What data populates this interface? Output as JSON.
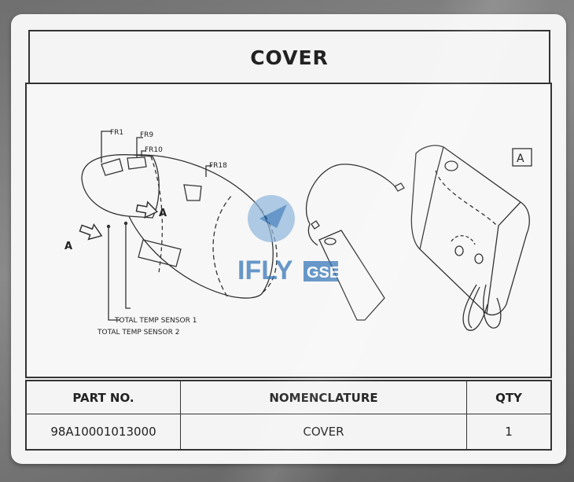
{
  "placard": {
    "title": "COVER"
  },
  "diagram": {
    "frame_labels": [
      "FR1",
      "FR9",
      "FR10",
      "FR18"
    ],
    "arrow_label_left": "A",
    "arrow_label_right": "A",
    "sensor_label_1": "TOTAL TEMP SENSOR 1",
    "sensor_label_2": "TOTAL TEMP SENSOR 2",
    "detail_tag": "A"
  },
  "watermark": {
    "brand": "IFLY",
    "suffix": "GSE",
    "colors": {
      "blue": "#2a6fb5",
      "light_blue": "#8fb6dc"
    }
  },
  "table": {
    "headers": [
      "PART NO.",
      "NOMENCLATURE",
      "QTY"
    ],
    "rows": [
      [
        "98A10001013000",
        "COVER",
        "1"
      ]
    ]
  }
}
